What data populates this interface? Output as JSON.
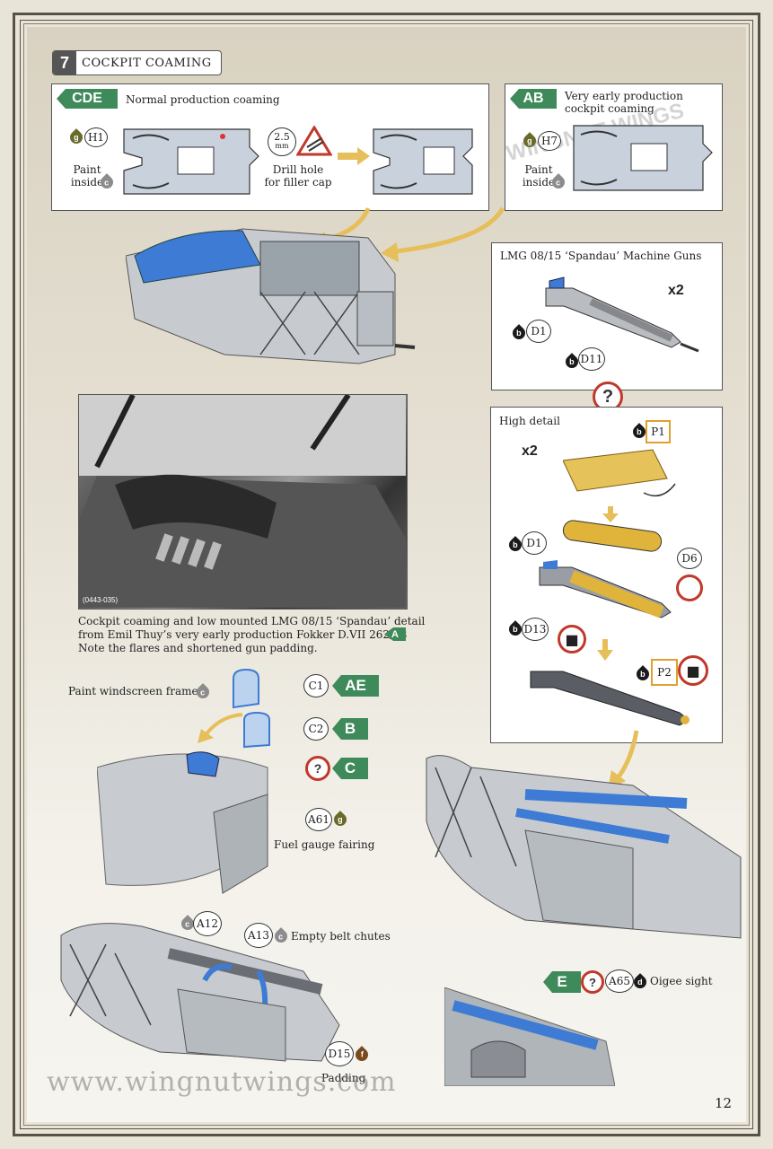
{
  "step": {
    "number": "7",
    "title": "COCKPIT COAMING"
  },
  "panel_cde": {
    "tag": "CDE",
    "title": "Normal production coaming",
    "part_h1": "H1",
    "paint_h1": "g",
    "paint_inside_text": "Paint inside",
    "paint_inside_color": "c",
    "drill_size": "2.5",
    "drill_unit": "mm",
    "drill_text": "Drill hole for filler cap"
  },
  "panel_ab": {
    "tag": "AB",
    "title": "Very early production cockpit coaming",
    "part_h7": "H7",
    "paint_h7": "g",
    "paint_inside_text": "Paint inside",
    "paint_inside_color": "c"
  },
  "watermark": {
    "text": "WINGNUT WINGS"
  },
  "panel_guns": {
    "title": "LMG 08/15 ‘Spandau’ Machine Guns",
    "qty": "x2",
    "part_d1": "D1",
    "part_d11": "D11",
    "paint": "b"
  },
  "question_mark": "?",
  "panel_highdetail": {
    "title": "High detail",
    "qty": "x2",
    "part_p1": "P1",
    "part_d1": "D1",
    "part_d6": "D6",
    "part_d13": "D13",
    "part_p2": "P2",
    "paint": "b"
  },
  "photo": {
    "ref": "(0443-035)",
    "caption_line1": "Cockpit coaming and low mounted LMG 08/15 ‘Spandau’ detail",
    "caption_line2": "from Emil Thuy’s very early production Fokker D.VII 262/18",
    "caption_tag": "A",
    "caption_line3": "Note the flares and shortened gun padding."
  },
  "windscreen": {
    "paint_text": "Paint windscreen frame",
    "paint_color": "c",
    "part_c1": "C1",
    "tag_c1": "AE",
    "part_c2": "C2",
    "tag_c2": "B",
    "tag_q": "C"
  },
  "fuel_gauge": {
    "part": "A61",
    "paint": "g",
    "label": "Fuel gauge fairing"
  },
  "belt_chutes": {
    "part_a12": "A12",
    "part_a13": "A13",
    "paint": "c",
    "label": "Empty belt chutes"
  },
  "padding": {
    "part": "D15",
    "paint": "f",
    "label": "Padding"
  },
  "oigee": {
    "tag": "E",
    "part": "A65",
    "paint": "d",
    "label": "Oigee sight"
  },
  "footer": {
    "url": "www.wingnutwings.com",
    "page_number": "12"
  },
  "colors": {
    "green_tag": "#3f8a5a",
    "blue_part": "#3d7bd4",
    "gold_part": "#e0b43a",
    "red_ring": "#c0392b",
    "grey_paint": "#8c8c8c",
    "olive_paint": "#6a6a2a",
    "black_paint": "#1a1a1a",
    "brown_paint": "#7a4a1e",
    "arrow": "#e6bf5a"
  }
}
